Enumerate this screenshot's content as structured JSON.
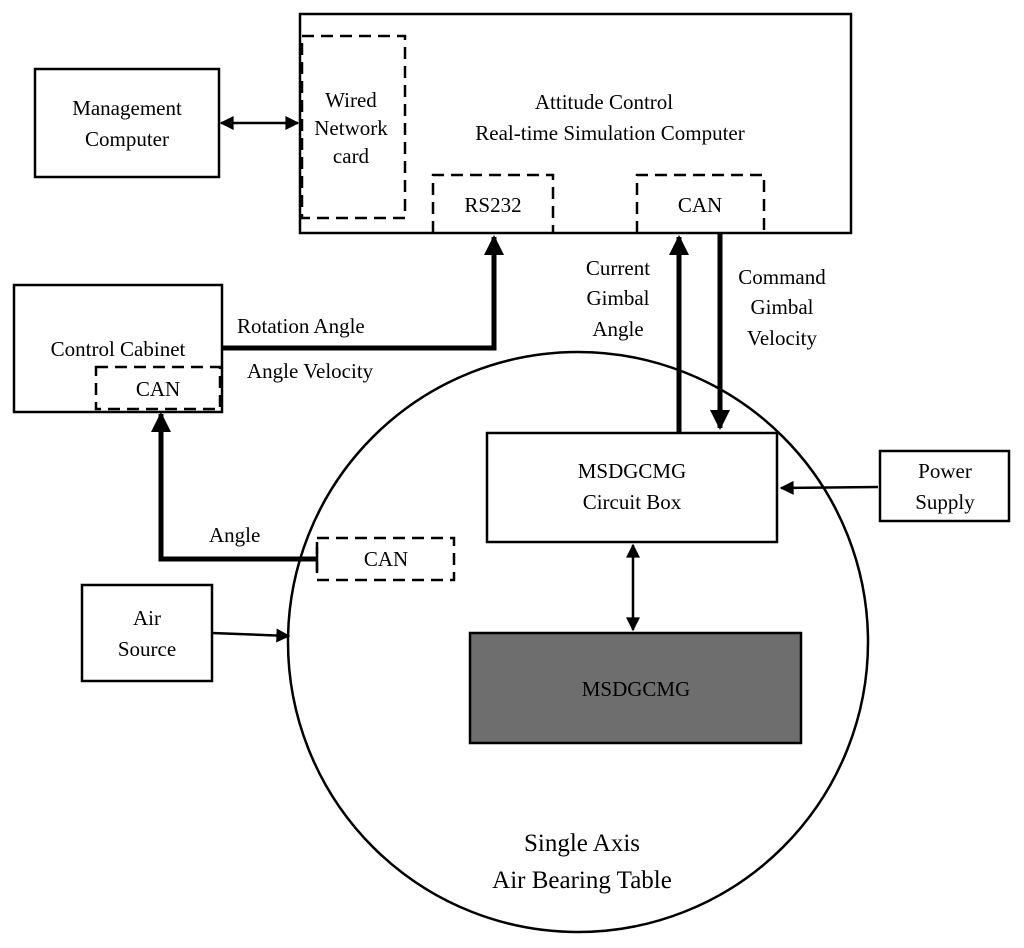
{
  "attitude_computer": {
    "line1": "Attitude Control",
    "line2": "Real-time Simulation Computer",
    "network_card": [
      "Wired",
      "Network",
      "card"
    ],
    "rs232": "RS232",
    "can": "CAN"
  },
  "management_computer": [
    "Management",
    "Computer"
  ],
  "control_cabinet": {
    "title": "Control Cabinet",
    "can": "CAN"
  },
  "labels": {
    "rotation_angle": "Rotation Angle",
    "angle_velocity": "Angle Velocity",
    "current_gimbal_angle": [
      "Current",
      "Gimbal",
      "Angle"
    ],
    "command_gimbal_velocity": [
      "Command",
      "Gimbal",
      "Velocity"
    ],
    "angle": "Angle"
  },
  "circuit_box": [
    "MSDGCMG",
    "Circuit Box"
  ],
  "power_supply": [
    "Power",
    "Supply"
  ],
  "air_source": [
    "Air",
    "Source"
  ],
  "table_can": "CAN",
  "msdgcmg": "MSDGCMG",
  "table": [
    "Single Axis",
    "Air Bearing Table"
  ],
  "colors": {
    "msdgcmg_fill": "#6e6e6e",
    "line": "#000000",
    "background": "#ffffff"
  }
}
